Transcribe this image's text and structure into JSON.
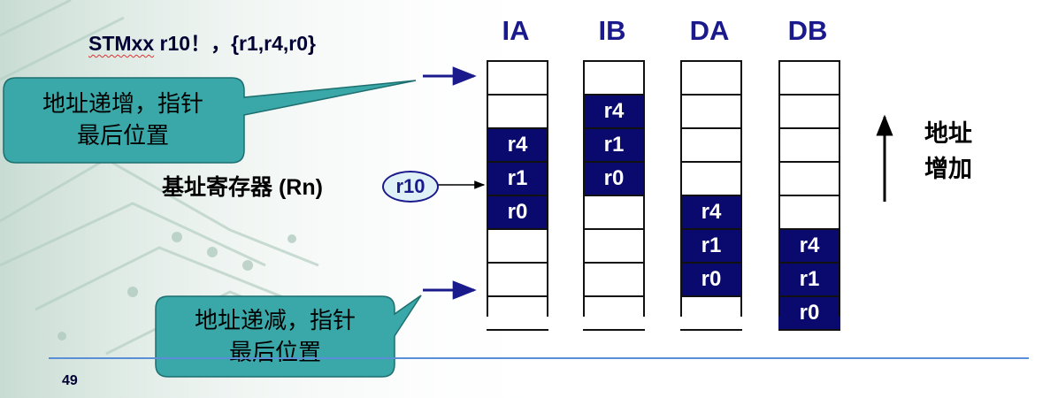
{
  "instruction": {
    "mnemonic": "STMxx",
    "rest": " r10！，{r1,r4,r0}"
  },
  "columns": [
    {
      "head": "IA",
      "cells": [
        "",
        "",
        "r4",
        "r1",
        "r0",
        "",
        "",
        ""
      ]
    },
    {
      "head": "IB",
      "cells": [
        "",
        "r4",
        "r1",
        "r0",
        "",
        "",
        "",
        ""
      ]
    },
    {
      "head": "DA",
      "cells": [
        "",
        "",
        "",
        "",
        "r4",
        "r1",
        "r0",
        ""
      ]
    },
    {
      "head": "DB",
      "cells": [
        "",
        "",
        "",
        "",
        "",
        "r4",
        "r1",
        "r0"
      ]
    }
  ],
  "base_register": {
    "label_cn": "基址寄存器",
    "label_en": " (Rn) ",
    "register": "r10"
  },
  "callout_increment": {
    "line1": "地址递增，指针",
    "line2": "最后位置"
  },
  "callout_decrement": {
    "line1": "地址递减，指针",
    "line2": "最后位置"
  },
  "address_direction": {
    "line1": "地址",
    "line2": "增加"
  },
  "page_number": "49",
  "colors": {
    "filled_cell": "#0a0a6e",
    "callout_fill": "#3aa8a8",
    "arrow_blue": "#1a1a8c",
    "footer_line": "#5a8fd8"
  }
}
